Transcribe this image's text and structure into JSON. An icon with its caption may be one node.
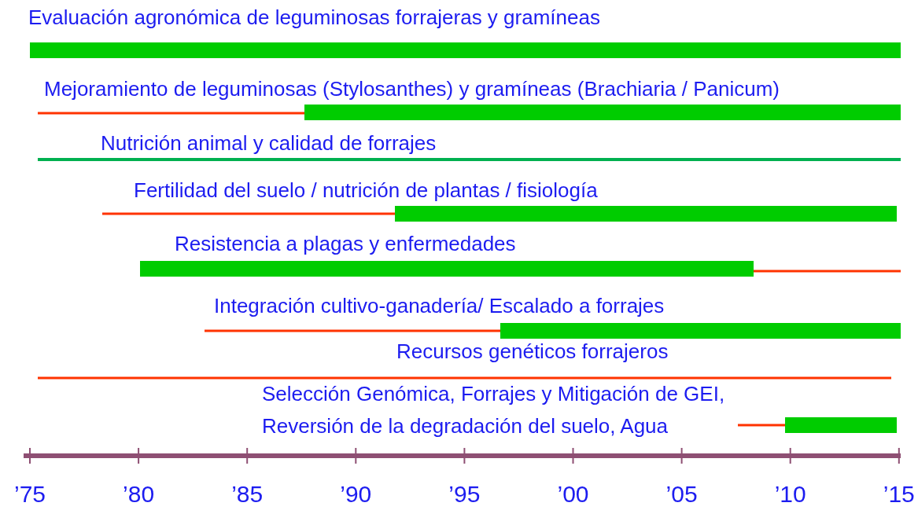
{
  "diagram": {
    "labels": [
      "Evaluación agronómica de leguminosas forrajeras y gramíneas",
      "Mejoramiento de leguminosas (Stylosanthes) y gramíneas (Brachiaria / Panicum)",
      "Nutrición animal y calidad de forrajes",
      "Fertilidad del suelo / nutrición de plantas / fisiología",
      "Resistencia a plagas y enfermedades",
      "Integración cultivo-ganadería/ Escalado a forrajes",
      "Recursos genéticos forrajeros",
      "Selección Genómica, Forrajes y Mitigación de GEI, Reversión de la degradación del suelo, Agua",
      "’75",
      "’80",
      "’85",
      "’90",
      "’95",
      "’00",
      "’05",
      "’10",
      "’15"
    ]
  }
}
